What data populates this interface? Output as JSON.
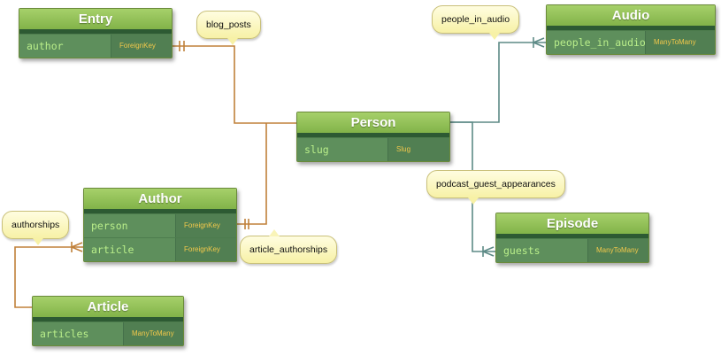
{
  "entities": {
    "entry": {
      "title": "Entry",
      "fields": [
        {
          "name": "author",
          "type": "ForeignKey"
        }
      ]
    },
    "audio": {
      "title": "Audio",
      "fields": [
        {
          "name": "people_in_audio",
          "type": "ManyToMany"
        }
      ]
    },
    "person": {
      "title": "Person",
      "fields": [
        {
          "name": "slug",
          "type": "Slug"
        }
      ]
    },
    "author": {
      "title": "Author",
      "fields": [
        {
          "name": "person",
          "type": "ForeignKey"
        },
        {
          "name": "article",
          "type": "ForeignKey"
        }
      ]
    },
    "episode": {
      "title": "Episode",
      "fields": [
        {
          "name": "guests",
          "type": "ManyToMany"
        }
      ]
    },
    "article": {
      "title": "Article",
      "fields": [
        {
          "name": "articles",
          "type": "ManyToMany"
        }
      ]
    }
  },
  "relations": {
    "blog_posts": "blog_posts",
    "people_in_audio": "people_in_audio",
    "podcast_guest_appearances": "podcast_guest_appearances",
    "authorships": "authorships",
    "article_authorships": "article_authorships"
  },
  "colors": {
    "orange_connector": "#c0803a",
    "teal_connector": "#5d8a86"
  }
}
